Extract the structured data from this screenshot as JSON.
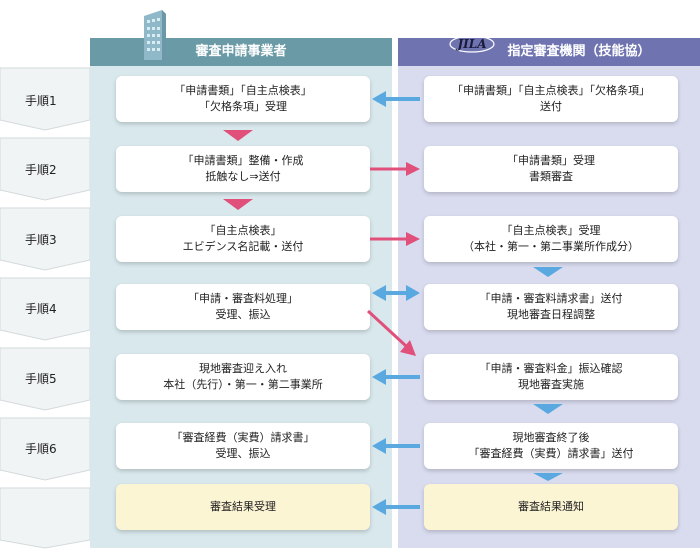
{
  "headers": {
    "left": "審査申請事業者",
    "right": "指定審査機関（技能協）"
  },
  "logo_text": "JILA",
  "steps": [
    "手順1",
    "手順2",
    "手順3",
    "手順4",
    "手順5",
    "手順6"
  ],
  "left_boxes": [
    {
      "line1": "「申請書類」「自主点検表」",
      "line2": "「欠格条項」受理"
    },
    {
      "line1": "「申請書類」整備・作成",
      "line2": "抵触なし⇒送付"
    },
    {
      "line1": "「自主点検表」",
      "line2": "エビデンス名記載・送付"
    },
    {
      "line1": "「申請・審査料処理」",
      "line2": "受理、振込"
    },
    {
      "line1": "現地審査迎え入れ",
      "line2": "本社（先行）・第一・第二事業所"
    },
    {
      "line1": "「審査経費（実費）請求書」",
      "line2": "受理、振込"
    },
    {
      "line1": "審査結果受理",
      "line2": ""
    }
  ],
  "right_boxes": [
    {
      "line1": "「申請書類」「自主点検表」「欠格条項」",
      "line2": "送付"
    },
    {
      "line1": "「申請書類」受理",
      "line2": "書類審査"
    },
    {
      "line1": "「自主点検表」受理",
      "line2": "（本社・第一・第二事業所作成分）"
    },
    {
      "line1": "「申請・審査料請求書」送付",
      "line2": "現地審査日程調整"
    },
    {
      "line1": "「申請・審査料金」振込確認",
      "line2": "現地審査実施"
    },
    {
      "line1": "現地審査終了後",
      "line2": "「審査経費（実費）請求書」送付"
    },
    {
      "line1": "審査結果通知",
      "line2": ""
    }
  ],
  "colors": {
    "pink": "#e0507a",
    "blue": "#5aa8e0",
    "header_left": "#6a9aa6",
    "header_right": "#6f74b0"
  }
}
